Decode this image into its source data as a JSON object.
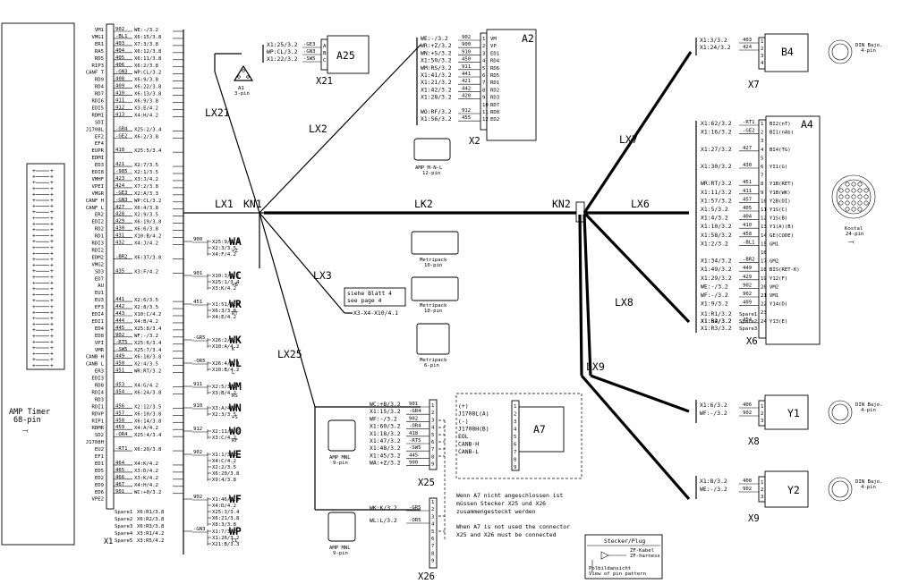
{
  "a1": {
    "name": "A1",
    "caption1": "AMP Timer",
    "caption2": "68-pin",
    "pins": [
      "VM1",
      "VMG1",
      "ER1",
      "RA5",
      "RD5",
      "RIP3",
      "CANF T",
      "RD9",
      "RD4",
      "RD7",
      "RDI6",
      "EDI5",
      "RDM1",
      "SDI",
      "J1708L",
      "EF2",
      "EF4",
      "EUPR",
      "EDMI",
      "ED3",
      "EDI8",
      "VMHF",
      "VPEI",
      "VMGR",
      "CANF H",
      "CANF L",
      "ER2",
      "EDI2",
      "RD2",
      "RD1",
      "RDI3",
      "RDI2",
      "EDM2",
      "VMG2",
      "SD3",
      "ED7",
      "AU",
      "EU1",
      "EU3",
      "EF3",
      "EDI4",
      "EDI1",
      "ED4",
      "ED8",
      "VPI",
      "VMR",
      "CANB H",
      "CANB L",
      "ER3",
      "EDI3",
      "RD8",
      "RDI4",
      "RD3",
      "RDI1",
      "RDVP",
      "RIP1",
      "RDMR",
      "SD2",
      "J1708H",
      "EU2",
      "EF1",
      "ED1",
      "ED5",
      "ED2",
      "ED9",
      "ED6",
      "VPE2",
      ""
    ],
    "wires": [
      [
        "902",
        "WE:-/3.2"
      ],
      [
        "-BL1",
        "X6:15/3.8"
      ],
      [
        "403",
        "X7:3/3.8"
      ],
      [
        "404",
        "X6:12/3.8"
      ],
      [
        "405",
        "X6:11/3.8"
      ],
      [
        "406",
        "X6:2/3.8"
      ],
      [
        "-GN3",
        "WP:CL/3.2"
      ],
      [
        "408",
        "X6:9/3.8"
      ],
      [
        "409",
        "X6:22/3.8"
      ],
      [
        "410",
        "X6:13/3.8"
      ],
      [
        "411",
        "X6:9/3.8"
      ],
      [
        "412",
        "X3:E/4.2"
      ],
      [
        "413",
        "X4:H/4.2"
      ],
      [
        "",
        ""
      ],
      [
        "-GR4",
        "X25:2/3.4"
      ],
      [
        "-GE2",
        "X6:2/3.8"
      ],
      [
        "",
        ""
      ],
      [
        "418",
        "X25:5/3.4"
      ],
      [
        "",
        ""
      ],
      [
        "421",
        "X2:7/3.5"
      ],
      [
        "-985",
        "X2:1/3.5"
      ],
      [
        "423",
        "X3:J/4.2"
      ],
      [
        "424",
        "X7:2/3.8"
      ],
      [
        "-GE3",
        "X2:A/3.3"
      ],
      [
        "-GN3",
        "WP:CL/3.2"
      ],
      [
        "427",
        "X6:4/3.8"
      ],
      [
        "428",
        "X2:9/3.5"
      ],
      [
        "429",
        "X6:19/3.8"
      ],
      [
        "430",
        "X6:6/3.8"
      ],
      [
        "431",
        "X10:B/4.2"
      ],
      [
        "432",
        "X4:J/4.2"
      ],
      [
        "",
        ""
      ],
      [
        "-BR2",
        "X6:37/3.8"
      ],
      [
        "",
        ""
      ],
      [
        "435",
        "X3:F/4.2"
      ],
      [
        "",
        ""
      ],
      [
        "",
        ""
      ],
      [
        "",
        ""
      ],
      [
        "441",
        "X2:6/3.5"
      ],
      [
        "442",
        "X2:8/3.5"
      ],
      [
        "443",
        "X10:C/4.2"
      ],
      [
        "444",
        "X4:B/4.2"
      ],
      [
        "445",
        "X25:8/3.4"
      ],
      [
        "902",
        "WF:-/3.2"
      ],
      [
        "-RT5",
        "X25:6/3.4"
      ],
      [
        "-SW5",
        "X25:7/3.4"
      ],
      [
        "449",
        "X6:18/3.8"
      ],
      [
        "450",
        "X2:4/3.5"
      ],
      [
        "451",
        "WR:RT/3.2"
      ],
      [
        "",
        ""
      ],
      [
        "453",
        "X4:G/4.2"
      ],
      [
        "454",
        "X6:24/3.8"
      ],
      [
        "",
        ""
      ],
      [
        "456",
        "X2:12/3.5"
      ],
      [
        "457",
        "X6:10/3.8"
      ],
      [
        "458",
        "X6:14/3.8"
      ],
      [
        "459",
        "X4:A/4.2"
      ],
      [
        "-OR4",
        "X25:4/3.4"
      ],
      [
        "",
        ""
      ],
      [
        "-RT1",
        "X6:20/3.8"
      ],
      [
        "",
        ""
      ],
      [
        "464",
        "X4:K/4.2"
      ],
      [
        "465",
        "X3:D/4.2"
      ],
      [
        "466",
        "X3:K/4.2"
      ],
      [
        "467",
        "X4:H/4.2"
      ],
      [
        "901",
        "WC:+0/3.2"
      ],
      [
        "",
        ""
      ],
      [
        "",
        ""
      ]
    ],
    "spares": [
      [
        "Spare1",
        "X6:R1/3.8"
      ],
      [
        "Spare2",
        "X6:R2/3.8"
      ],
      [
        "Spare3",
        "X6:R3/3.8"
      ],
      [
        "Spare4",
        "X3:R1/4.2"
      ],
      [
        "Spare5",
        "X3:R5/4.2"
      ]
    ],
    "x1": "X1"
  },
  "sockets": [
    {
      "code": "WA",
      "sub": "+Z",
      "wire": "900",
      "lines": [
        "X25:9/3.4",
        "X2:3/3.5",
        "X4:F/4.2"
      ]
    },
    {
      "code": "WC",
      "sub": "+B",
      "wire": "901",
      "lines": [
        "X10:3/3.2",
        "X25:1/3.4",
        "X3:K/4.2"
      ]
    },
    {
      "code": "WR",
      "sub": "RT",
      "wire": "451",
      "lines": [
        "X1:51/3.2",
        "X6:3/3.8",
        "X4:E/4.2"
      ]
    },
    {
      "code": "WK",
      "sub": "K",
      "wire": "-GR5",
      "lines": [
        "X26:2/3.4",
        "X10:A/4.2"
      ]
    },
    {
      "code": "WL",
      "sub": "L",
      "wire": "-OR5",
      "lines": [
        "X26:4/3.4",
        "X10:B/4.2"
      ]
    },
    {
      "code": "WM",
      "sub": "RS",
      "wire": "911",
      "lines": [
        "X2:5/3.5",
        "X3:B/4.2"
      ]
    },
    {
      "code": "WN",
      "sub": "+S",
      "wire": "910",
      "lines": [
        "X3:A/4.2",
        "X2:3/3.5"
      ]
    },
    {
      "code": "WO",
      "sub": "RF",
      "wire": "912",
      "lines": [
        "X2:11/3.5",
        "X3:C/4.2"
      ]
    },
    {
      "code": "WE",
      "sub": "-",
      "wire": "902",
      "lines": [
        "X1:1/3.2",
        "X4:C/4.2",
        "X2:2/3.5",
        "X6:20/3.8",
        "X9:4/3.8"
      ]
    },
    {
      "code": "WF",
      "sub": "-",
      "wire": "902",
      "lines": [
        "X1:46/3.2",
        "X4:D/4.2",
        "X25:3/3.4",
        "X6:21/3.8",
        "X8:3/3.8"
      ]
    },
    {
      "code": "WP",
      "sub": "CL",
      "wire": "-GN3",
      "lines": [
        "X1:7/3.2",
        "X1:26/3.2",
        "X21:B/3.3"
      ]
    }
  ],
  "a25": {
    "name": "A25",
    "conn": "X21",
    "pins": [
      "A",
      "B",
      "C"
    ],
    "wires": [
      [
        "X1:25/3.2",
        "-GE3"
      ],
      [
        "WP:CL/3.2",
        "-GN3"
      ],
      [
        "X1:22/3.2",
        "-SW5"
      ]
    ],
    "icon": "A1",
    "icon_sub": "3-pin"
  },
  "a2": {
    "name": "A2",
    "conn": "X2",
    "pins": [
      "VM",
      "VP",
      "ED1",
      "RD4",
      "RD6",
      "RD5",
      "RD1",
      "RD2",
      "RD3",
      "RD7",
      "RD8",
      "ED2"
    ],
    "wires": [
      [
        "WE:-/3.2",
        "902"
      ],
      [
        "WR:+Z/3.2",
        "900"
      ],
      [
        "WN:+S/3.2",
        "910"
      ],
      [
        "X1:50/3.2",
        "450"
      ],
      [
        "WM:RS/3.2",
        "911"
      ],
      [
        "X1:41/3.2",
        "441"
      ],
      [
        "X1:21/3.2",
        "421"
      ],
      [
        "X1:42/3.2",
        "442"
      ],
      [
        "X1:28/3.2",
        "420"
      ],
      [
        "",
        ""
      ],
      [
        "WO:RF/3.2",
        "912"
      ],
      [
        "X1:56/3.2",
        "455"
      ]
    ],
    "plug1": "AMP M-N-L",
    "plug2": "12-pin"
  },
  "a4": {
    "name": "A4",
    "conn": "X6",
    "pins": [
      "BI2(nT)",
      "BI1(nAb)",
      "",
      "BI4(TG)",
      "",
      "YI1(G)",
      "",
      "Y1B(RET)",
      "Y1B(WK)",
      "Y2B(DI)",
      "Y1S(C)",
      "Y1S(B)",
      "Y1(A)(B)",
      "GE(CODE)",
      "GM1",
      "",
      "GM2",
      "BIS(RET-K)",
      "Y12(F)",
      "VM2",
      "VM1",
      "Y14(D)",
      "",
      "Y13(E)"
    ],
    "pinnums": [
      "1",
      "2",
      "3",
      "4",
      "5",
      "6",
      "7",
      "8",
      "9",
      "10",
      "11",
      "12",
      "13",
      "14",
      "15",
      "16",
      "17",
      "18",
      "19",
      "20",
      "21",
      "22",
      "23",
      "24"
    ],
    "wires": [
      [
        "X1:62/3.2",
        "-RT1"
      ],
      [
        "X1:16/3.2",
        "-GE2"
      ],
      [
        "",
        ""
      ],
      [
        "X1:27/3.2",
        "427"
      ],
      [
        "",
        ""
      ],
      [
        "X1:30/3.2",
        "430"
      ],
      [
        "",
        ""
      ],
      [
        "WR:RT/3.2",
        "451"
      ],
      [
        "X1:11/3.2",
        "411"
      ],
      [
        "X1:57/3.2",
        "457"
      ],
      [
        "X1:5/3.2",
        "405"
      ],
      [
        "X1:4/3.2",
        "404"
      ],
      [
        "X1:10/3.2",
        "410"
      ],
      [
        "X1:58/3.2",
        "458"
      ],
      [
        "X1:2/3.2",
        "-BL1"
      ],
      [
        "",
        ""
      ],
      [
        "X1:34/3.2",
        "-BR2"
      ],
      [
        "X1:49/3.2",
        "449"
      ],
      [
        "X1:29/3.2",
        "429"
      ],
      [
        "WE:-/3.2",
        "902"
      ],
      [
        "WF:-/3.2",
        "902"
      ],
      [
        "X1:9/3.2",
        "409"
      ],
      [
        "",
        ""
      ],
      [
        "X1:54/3.2",
        "454"
      ]
    ],
    "spares": [
      [
        "X1:R1/3.2",
        "Spare1"
      ],
      [
        "X1:R2/3.2",
        "Spare2"
      ],
      [
        "X1:R3/3.2",
        "Spare3"
      ]
    ],
    "plug1": "Kostal",
    "plug2": "24-pin"
  },
  "b4": {
    "name": "B4",
    "conn": "X7",
    "wires": [
      [
        "X1:3/3.2",
        "403"
      ],
      [
        "X1:24/3.2",
        "424"
      ]
    ],
    "plug1": "DIN Bajo.",
    "plug2": "4-pin"
  },
  "y1": {
    "name": "Y1",
    "conn": "X8",
    "wires": [
      [
        "X1:6/3.2",
        "406"
      ],
      [
        "WF:-/3.2",
        "902"
      ]
    ],
    "plug1": "DIN Bajo.",
    "plug2": "4-pin"
  },
  "y2": {
    "name": "Y2",
    "conn": "X9",
    "wires": [
      [
        "X1:8/3.2",
        "408"
      ],
      [
        "WE:-/3.2",
        "902"
      ]
    ],
    "plug1": "DIN Bajo.",
    "plug2": "4-pin"
  },
  "x25": {
    "name": "X25",
    "wires": [
      [
        "WC:+B/3.2",
        "901"
      ],
      [
        "X1:15/3.2",
        "-GR4"
      ],
      [
        "WF:-/3.2",
        "902"
      ],
      [
        "X1:60/3.2",
        "-OR4"
      ],
      [
        "X1:18/3.2",
        "418"
      ],
      [
        "X1:47/3.2",
        "-RT5"
      ],
      [
        "X1:48/3.2",
        "-SW5"
      ],
      [
        "X1:45/3.2",
        "445"
      ],
      [
        "WA:+Z/3.2",
        "900"
      ]
    ],
    "plug1": "AMP MNL",
    "plug2": "9-pin"
  },
  "x26": {
    "name": "X26",
    "wires": [
      [
        "WK:K/3.2",
        "-GR5"
      ],
      [
        "WL:L/3.2",
        "-OR5"
      ]
    ],
    "plug1": "AMP MNL",
    "plug2": "9-pin"
  },
  "a7": {
    "name": "A7",
    "pins": [
      "(+)",
      "J1708L(A)",
      "(-)",
      "J1708H(B)",
      "EOL",
      "CANB-H",
      "CANB-L"
    ]
  },
  "lines": {
    "lx1": "LX1",
    "lx2": "LX2",
    "lx3": "LX3",
    "lx21": "LX21",
    "lx25": "LX25",
    "lk2": "LK2",
    "lx6": "LX6",
    "lx7": "LX7",
    "lx8": "LX8",
    "lx9": "LX9",
    "kn1": "KN1",
    "kn2": "KN2"
  },
  "metripack": [
    {
      "l1": "Metripack",
      "l2": "10-pin"
    },
    {
      "l1": "Metripack",
      "l2": "10-pin"
    },
    {
      "l1": "Metripack",
      "l2": "6-pin"
    }
  ],
  "page_ref": {
    "l1": "siehe Blatt 4",
    "l2": "see page 4",
    "target": "X3-X4-X10/4.1"
  },
  "notes": [
    "Wenn A7 nicht angeschlossen ist",
    "müssen Stecker X25 und X26",
    "zusammengesteckt werden",
    "When A7 is not used the connector",
    "X25 and X26 must be connected"
  ],
  "legend": {
    "title": "Stecker/Plug",
    "l1": "ZF-Kabel",
    "l2": "ZF-harness",
    "l3": "Polbildansicht",
    "l4": "View of pin pattern"
  }
}
